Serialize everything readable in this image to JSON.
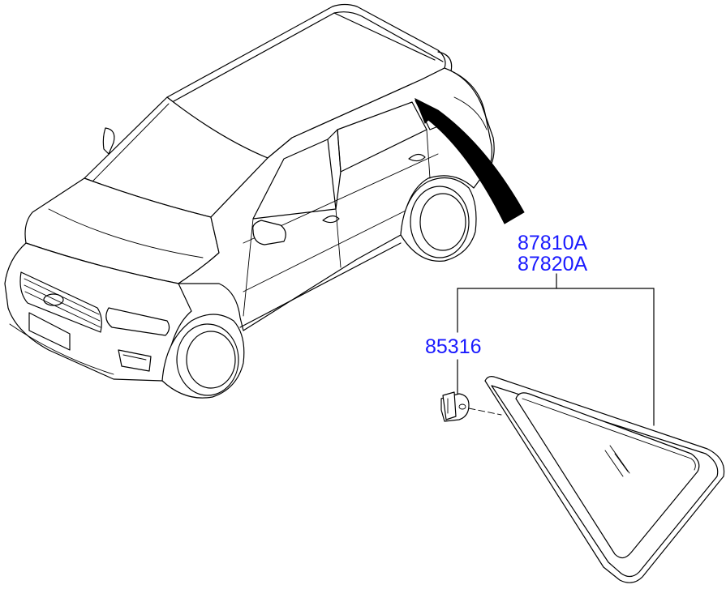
{
  "parts": {
    "glass_part_number_1": "87810A",
    "glass_part_number_2": "87820A",
    "clip_part_number": "85316"
  },
  "colors": {
    "label_color": "#1a1aff",
    "line_color": "#000000",
    "background": "#ffffff"
  }
}
